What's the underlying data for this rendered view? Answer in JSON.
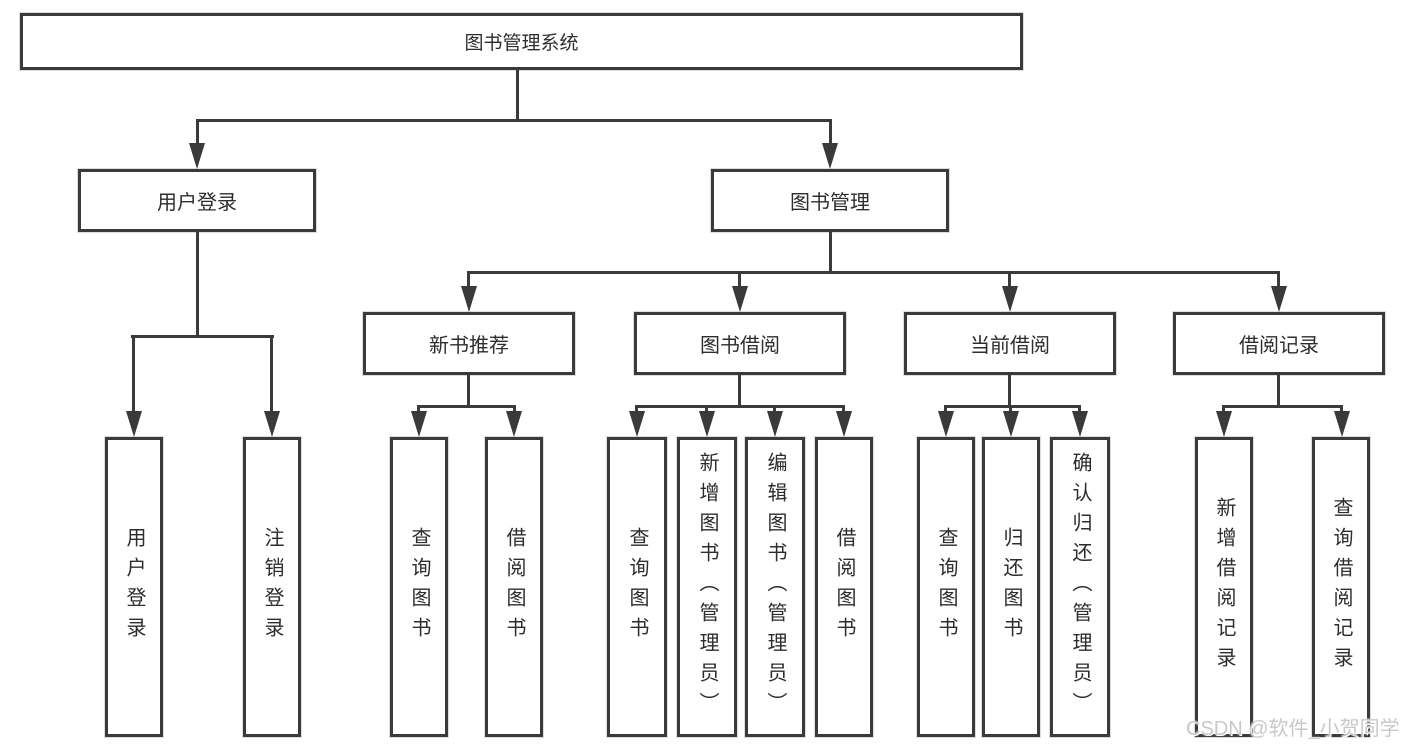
{
  "diagram": {
    "root": {
      "label": "图书管理系统"
    },
    "level2": [
      {
        "label": "用户登录",
        "children": [
          {
            "label": "用户登录"
          },
          {
            "label": "注销登录"
          }
        ]
      },
      {
        "label": "图书管理",
        "children": [
          {
            "label": "新书推荐",
            "children": [
              {
                "label": "查询图书"
              },
              {
                "label": "借阅图书"
              }
            ]
          },
          {
            "label": "图书借阅",
            "children": [
              {
                "label": "查询图书"
              },
              {
                "label": "新增图书（管理员）"
              },
              {
                "label": "编辑图书（管理员）"
              },
              {
                "label": "借阅图书"
              }
            ]
          },
          {
            "label": "当前借阅",
            "children": [
              {
                "label": "查询图书"
              },
              {
                "label": "归还图书"
              },
              {
                "label": "确认归还（管理员）"
              }
            ]
          },
          {
            "label": "借阅记录",
            "children": [
              {
                "label": "新增借阅记录"
              },
              {
                "label": "查询借阅记录"
              }
            ]
          }
        ]
      }
    ]
  },
  "watermark": {
    "text": "CSDN @软件_小贺同学",
    "color": "#c9c9c9"
  },
  "colors": {
    "line": "#3a3a3a",
    "box_border": "#3a3a3a",
    "box_bg": "#ffffff",
    "text": "#2d2d2d",
    "background": "#ffffff"
  }
}
